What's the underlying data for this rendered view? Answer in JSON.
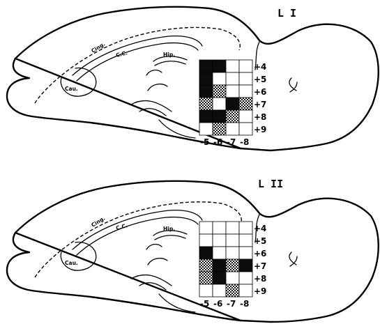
{
  "panels": [
    {
      "title": "L I",
      "labels": {
        "cing": "Cing.",
        "cc": "C.C.",
        "hip": "Hip.",
        "cau": "Cau."
      },
      "row_labels": [
        "4",
        "5",
        "6",
        "7",
        "8",
        "9"
      ],
      "col_labels": [
        "-5",
        "-6",
        "-7",
        "-8"
      ],
      "grid": [
        [
          "black",
          "black",
          "white",
          "white"
        ],
        [
          "black",
          "white",
          "white",
          "white"
        ],
        [
          "black",
          "gray",
          "white",
          "white"
        ],
        [
          "gray",
          "white",
          "black",
          "gray"
        ],
        [
          "black",
          "black",
          "gray",
          "white"
        ],
        [
          "white",
          "gray",
          "white",
          "white"
        ]
      ]
    },
    {
      "title": "L II",
      "labels": {
        "cing": "Cing.",
        "cc": "C.C.",
        "hip": "Hip.",
        "cau": "Cau."
      },
      "row_labels": [
        "4",
        "5",
        "6",
        "7",
        "8",
        "9"
      ],
      "col_labels": [
        "-5",
        "-6",
        "-7",
        "-8"
      ],
      "grid": [
        [
          "white",
          "white",
          "white",
          "white"
        ],
        [
          "white",
          "white",
          "white",
          "white"
        ],
        [
          "black",
          "white",
          "white",
          "white"
        ],
        [
          "gray",
          "black",
          "gray",
          "black"
        ],
        [
          "gray",
          "black",
          "white",
          "white"
        ],
        [
          "white",
          "white",
          "gray",
          "white"
        ]
      ]
    }
  ],
  "fill_colors": {
    "black": "#0c0c0c",
    "gray": "#8a8a8a",
    "white": "#ffffff"
  }
}
